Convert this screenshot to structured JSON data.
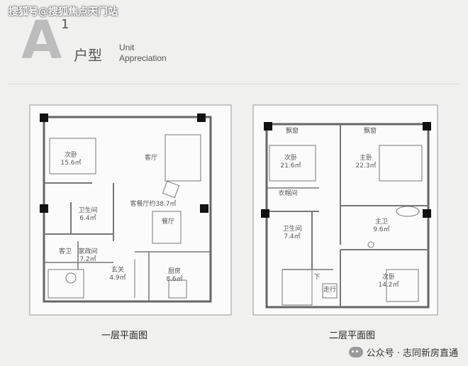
{
  "watermark": "搜狐号@搜狐焦点天门站",
  "header": {
    "letter": "A",
    "superscript": "1",
    "type_label": "户型",
    "unit_line1": "Unit",
    "unit_line2": "Appreciation"
  },
  "floor1": {
    "caption": "一层平面图",
    "rooms": [
      {
        "id": "secondary-bedroom",
        "text": "次卧\n15.6㎡"
      },
      {
        "id": "living-room",
        "text": "客厅"
      },
      {
        "id": "living-dining",
        "text": "客餐厅约38.7㎡"
      },
      {
        "id": "bathroom",
        "text": "卫生间\n6.4㎡"
      },
      {
        "id": "dining",
        "text": "餐厅"
      },
      {
        "id": "guest-bath",
        "text": "客卫"
      },
      {
        "id": "utility-room",
        "text": "家政间\n7.2㎡"
      },
      {
        "id": "foyer",
        "text": "玄关\n4.9㎡"
      },
      {
        "id": "kitchen",
        "text": "厨房\n8.6㎡"
      }
    ]
  },
  "floor2": {
    "caption": "二层平面图",
    "rooms": [
      {
        "id": "bay-window-left",
        "text": "飘窗"
      },
      {
        "id": "bay-window-right",
        "text": "飘窗"
      },
      {
        "id": "secondary-bedroom-a",
        "text": "次卧\n21.6㎡"
      },
      {
        "id": "master-bedroom",
        "text": "主卧\n22.3㎡"
      },
      {
        "id": "walk-in-closet",
        "text": "衣帽间"
      },
      {
        "id": "master-bath",
        "text": "主卫\n9.6㎡"
      },
      {
        "id": "bathroom-2",
        "text": "卫生间\n7.4㎡"
      },
      {
        "id": "stair-down",
        "text": "下"
      },
      {
        "id": "secondary-bedroom-b",
        "text": "次卧\n14.2㎡"
      },
      {
        "id": "corridor",
        "text": "走行"
      }
    ]
  },
  "footer": {
    "account": "公众号 · 志同新房直通"
  }
}
